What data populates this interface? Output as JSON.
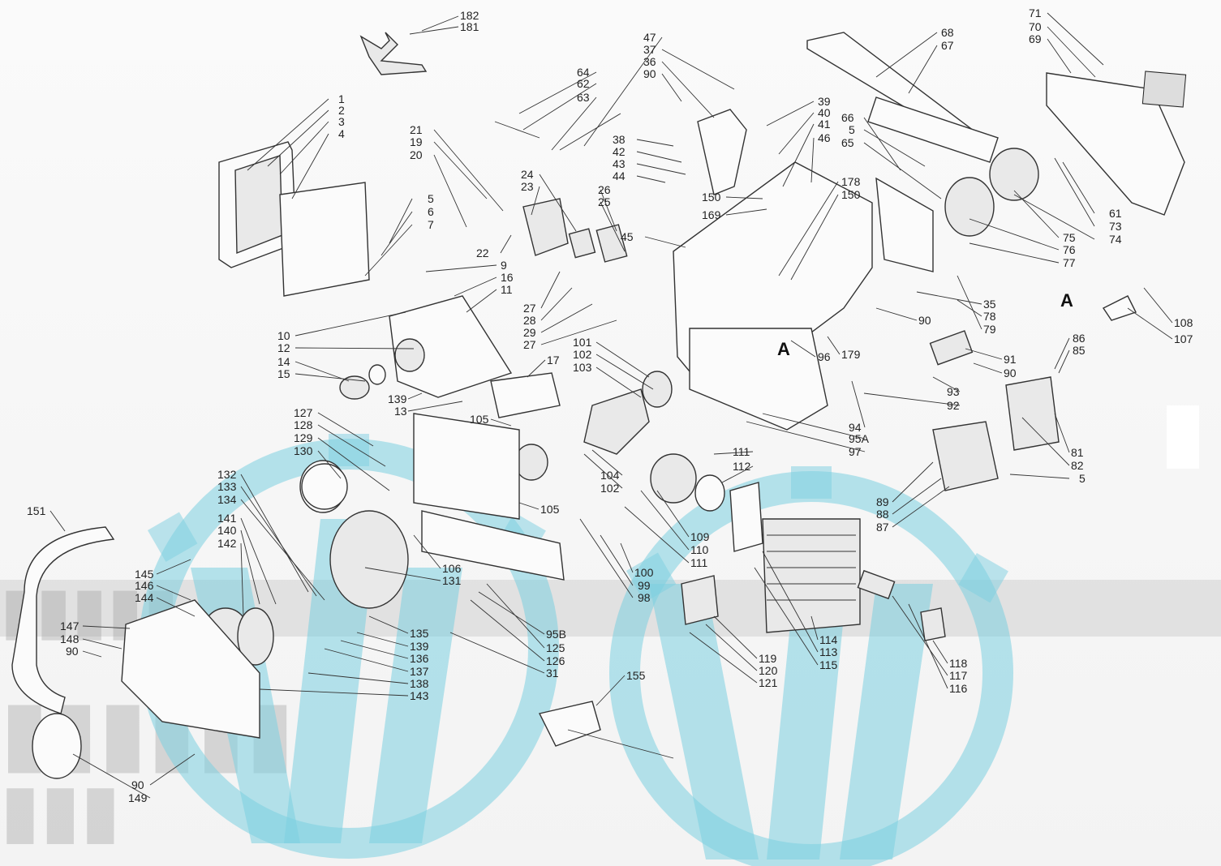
{
  "diagram": {
    "section_marker": "A",
    "callouts": [
      "182",
      "181",
      "1",
      "2",
      "3",
      "4",
      "64",
      "62",
      "63",
      "47",
      "37",
      "36",
      "90",
      "68",
      "67",
      "71",
      "70",
      "69",
      "21",
      "19",
      "20",
      "39",
      "40",
      "41",
      "46",
      "66",
      "5",
      "65",
      "38",
      "42",
      "43",
      "44",
      "24",
      "23",
      "26",
      "25",
      "5",
      "6",
      "7",
      "150",
      "169",
      "178",
      "150",
      "45",
      "61",
      "73",
      "74",
      "75",
      "76",
      "77",
      "9",
      "16",
      "11",
      "22",
      "27",
      "28",
      "29",
      "27",
      "35",
      "78",
      "79",
      "108",
      "107",
      "10",
      "12",
      "14",
      "15",
      "90",
      "96",
      "179",
      "91",
      "90",
      "86",
      "85",
      "101",
      "102",
      "103",
      "17",
      "139",
      "13",
      "105",
      "93",
      "92",
      "127",
      "128",
      "129",
      "130",
      "94",
      "95A",
      "97",
      "81",
      "82",
      "5",
      "151",
      "132",
      "133",
      "134",
      "141",
      "140",
      "142",
      "104",
      "102",
      "111",
      "112",
      "89",
      "88",
      "87",
      "105",
      "145",
      "146",
      "144",
      "109",
      "110",
      "111",
      "106",
      "131",
      "100",
      "99",
      "98",
      "147",
      "148",
      "90",
      "135",
      "139",
      "136",
      "137",
      "138",
      "143",
      "95B",
      "125",
      "126",
      "31",
      "114",
      "113",
      "115",
      "119",
      "120",
      "121",
      "118",
      "117",
      "116",
      "155",
      "90",
      "149"
    ]
  }
}
